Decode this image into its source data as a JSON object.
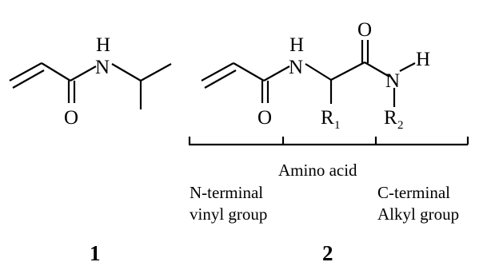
{
  "compound1": {
    "label": "1",
    "atoms": {
      "nitrogen": "N",
      "hydrogen": "H",
      "oxygen": "O"
    }
  },
  "compound2": {
    "label": "2",
    "atoms": {
      "nitrogen_n": "N",
      "hydrogen_n": "H",
      "oxygen_vinyl": "O",
      "oxygen_amide": "O",
      "nitrogen_c": "N",
      "hydrogen_c": "H",
      "r1": "R",
      "r1_sub": "1",
      "r2": "R",
      "r2_sub": "2"
    },
    "segments": {
      "amino_acid": "Amino acid",
      "n_terminal_line1": "N-terminal",
      "n_terminal_line2": "vinyl group",
      "c_terminal_line1": "C-terminal",
      "c_terminal_line2": "Alkyl group"
    }
  }
}
